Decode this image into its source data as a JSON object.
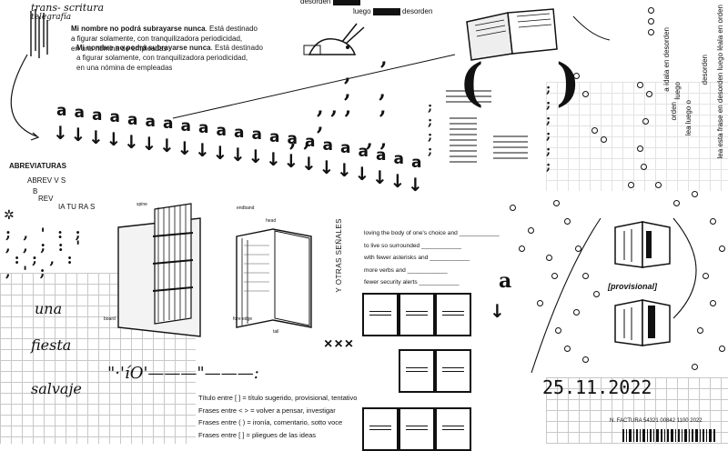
{
  "header": {
    "trans_label": "trans- scritura",
    "telegrafia_label": "telegrafía",
    "top_fragment_1": "desorden",
    "top_fragment_2": "luego",
    "top_fragment_3": "desorden"
  },
  "statement": {
    "bold": "Mi nombre no podrá subrayarse nunca",
    "rest": ". Está destinado",
    "line2": "a figurar solamente, con tranquilizadora periodicidad,",
    "line3": "en una nómina de empleadas"
  },
  "abreviaturas": {
    "title": "ABREVIATURAS",
    "line1": "ABREV  V  S",
    "line2": "B",
    "line3": "REV",
    "line4": "IA   TU  RA  S"
  },
  "a_row": [
    "a",
    "a",
    "a",
    "a",
    "a",
    "a",
    "a",
    "a",
    "a",
    "a",
    "a",
    "a",
    "a",
    "a",
    "a",
    "a",
    "a",
    "a",
    "a",
    "a",
    "a"
  ],
  "handwritten": {
    "una": "una",
    "fiesta": "fiesta",
    "salvaje": "salvaje",
    "quote_io": "\"·'íO'———\"———:",
    "xxx": "×××",
    "provisional": "[provisional]",
    "date": "25.11.2022",
    "big_a": "a"
  },
  "side_label": "Y OTRAS SEÑALES",
  "poem": [
    "loving the body of one's choice and ____________",
    "to live so surrounded ____________",
    "with fewer asterisks and ____________",
    "more verbs and ____________",
    "fewer security alerts ____________"
  ],
  "legend": [
    "Título entre [  ] = título sugerido, provisional, tentativo",
    "Frases entre <  > = volver a pensar, investigar",
    "Frases entre (    ) = ironía, comentario, sotto voce",
    "Frases entre [   ] = pliegues de las ideas"
  ],
  "vertical_text": [
    "orden",
    "lea luego o",
    "luego",
    "desorden",
    "a ídala en desorden",
    "lea esta frase en desorden luego léala en orden"
  ],
  "factura": "N. FACTURA  54321 00842 1100 2022",
  "book_labels": {
    "endband": "endband",
    "spine": "spine",
    "head": "head",
    "board": "board",
    "tail": "tail",
    "fore_edge": "fore edge"
  },
  "parens": "( )",
  "colors": {
    "ink": "#111111",
    "grid": "#c8c8c8"
  }
}
